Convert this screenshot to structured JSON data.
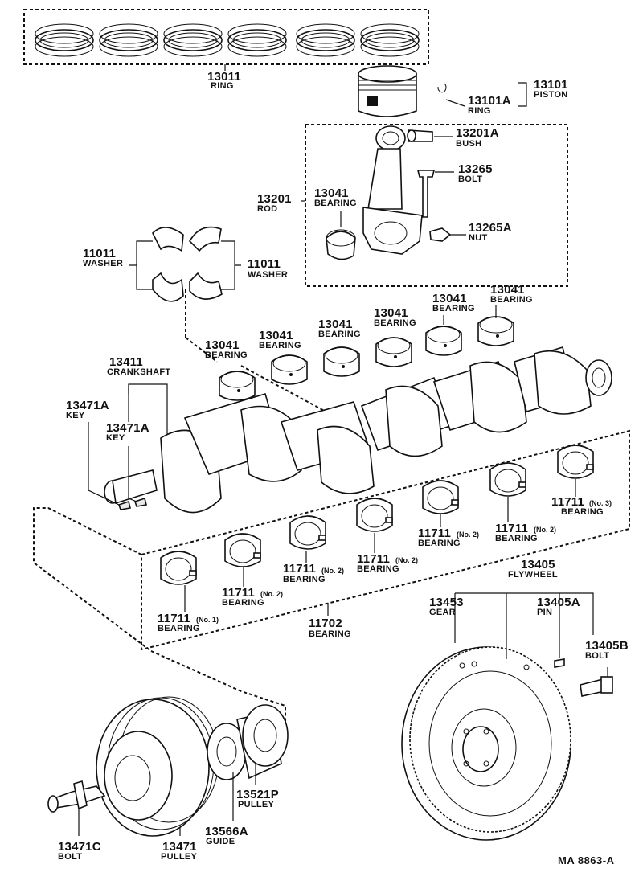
{
  "parts": {
    "p13011": {
      "number": "13011",
      "name": "RING"
    },
    "p13101": {
      "number": "13101",
      "name": "PISTON"
    },
    "p13101A": {
      "number": "13101A",
      "name": "RING"
    },
    "p13201A": {
      "number": "13201A",
      "name": "BUSH"
    },
    "p13265": {
      "number": "13265",
      "name": "BOLT"
    },
    "p13201": {
      "number": "13201",
      "name": "ROD"
    },
    "p13041_rod": {
      "number": "13041",
      "name": "BEARING"
    },
    "p13265A": {
      "number": "13265A",
      "name": "NUT"
    },
    "p11011_l": {
      "number": "11011",
      "name": "WASHER"
    },
    "p11011_r": {
      "number": "11011",
      "name": "WASHER"
    },
    "p13041_a": {
      "number": "13041",
      "name": "BEARING"
    },
    "p13041_b": {
      "number": "13041",
      "name": "BEARING"
    },
    "p13041_c": {
      "number": "13041",
      "name": "BEARING"
    },
    "p13041_d": {
      "number": "13041",
      "name": "BEARING"
    },
    "p13041_e": {
      "number": "13041",
      "name": "BEARING"
    },
    "p13041_f": {
      "number": "13041",
      "name": "BEARING"
    },
    "p13411": {
      "number": "13411",
      "name": "CRANKSHAFT"
    },
    "p13471A_1": {
      "number": "13471A",
      "name": "KEY"
    },
    "p13471A_2": {
      "number": "13471A",
      "name": "KEY"
    },
    "p11711_no3": {
      "number": "11711",
      "suffix": "(No. 3)",
      "name": "BEARING"
    },
    "p11711_no2_a": {
      "number": "11711",
      "suffix": "(No. 2)",
      "name": "BEARING"
    },
    "p11711_no2_b": {
      "number": "11711",
      "suffix": "(No. 2)",
      "name": "BEARING"
    },
    "p11711_no2_c": {
      "number": "11711",
      "suffix": "(No. 2)",
      "name": "BEARING"
    },
    "p11711_no2_d": {
      "number": "11711",
      "suffix": "(No. 2)",
      "name": "BEARING"
    },
    "p11711_no2_e": {
      "number": "11711",
      "suffix": "(No. 2)",
      "name": "BEARING"
    },
    "p11711_no1": {
      "number": "11711",
      "suffix": "(No. 1)",
      "name": "BEARING"
    },
    "p11702": {
      "number": "11702",
      "name": "BEARING"
    },
    "p13405": {
      "number": "13405",
      "name": "FLYWHEEL"
    },
    "p13453": {
      "number": "13453",
      "name": "GEAR"
    },
    "p13405A": {
      "number": "13405A",
      "name": "PIN"
    },
    "p13405B": {
      "number": "13405B",
      "name": "BOLT"
    },
    "p13521P": {
      "number": "13521P",
      "name": "PULLEY"
    },
    "p13566A": {
      "number": "13566A",
      "name": "GUIDE"
    },
    "p13471": {
      "number": "13471",
      "name": "PULLEY"
    },
    "p13471C": {
      "number": "13471C",
      "name": "BOLT"
    }
  },
  "diagram_code": "MA  8863-A"
}
